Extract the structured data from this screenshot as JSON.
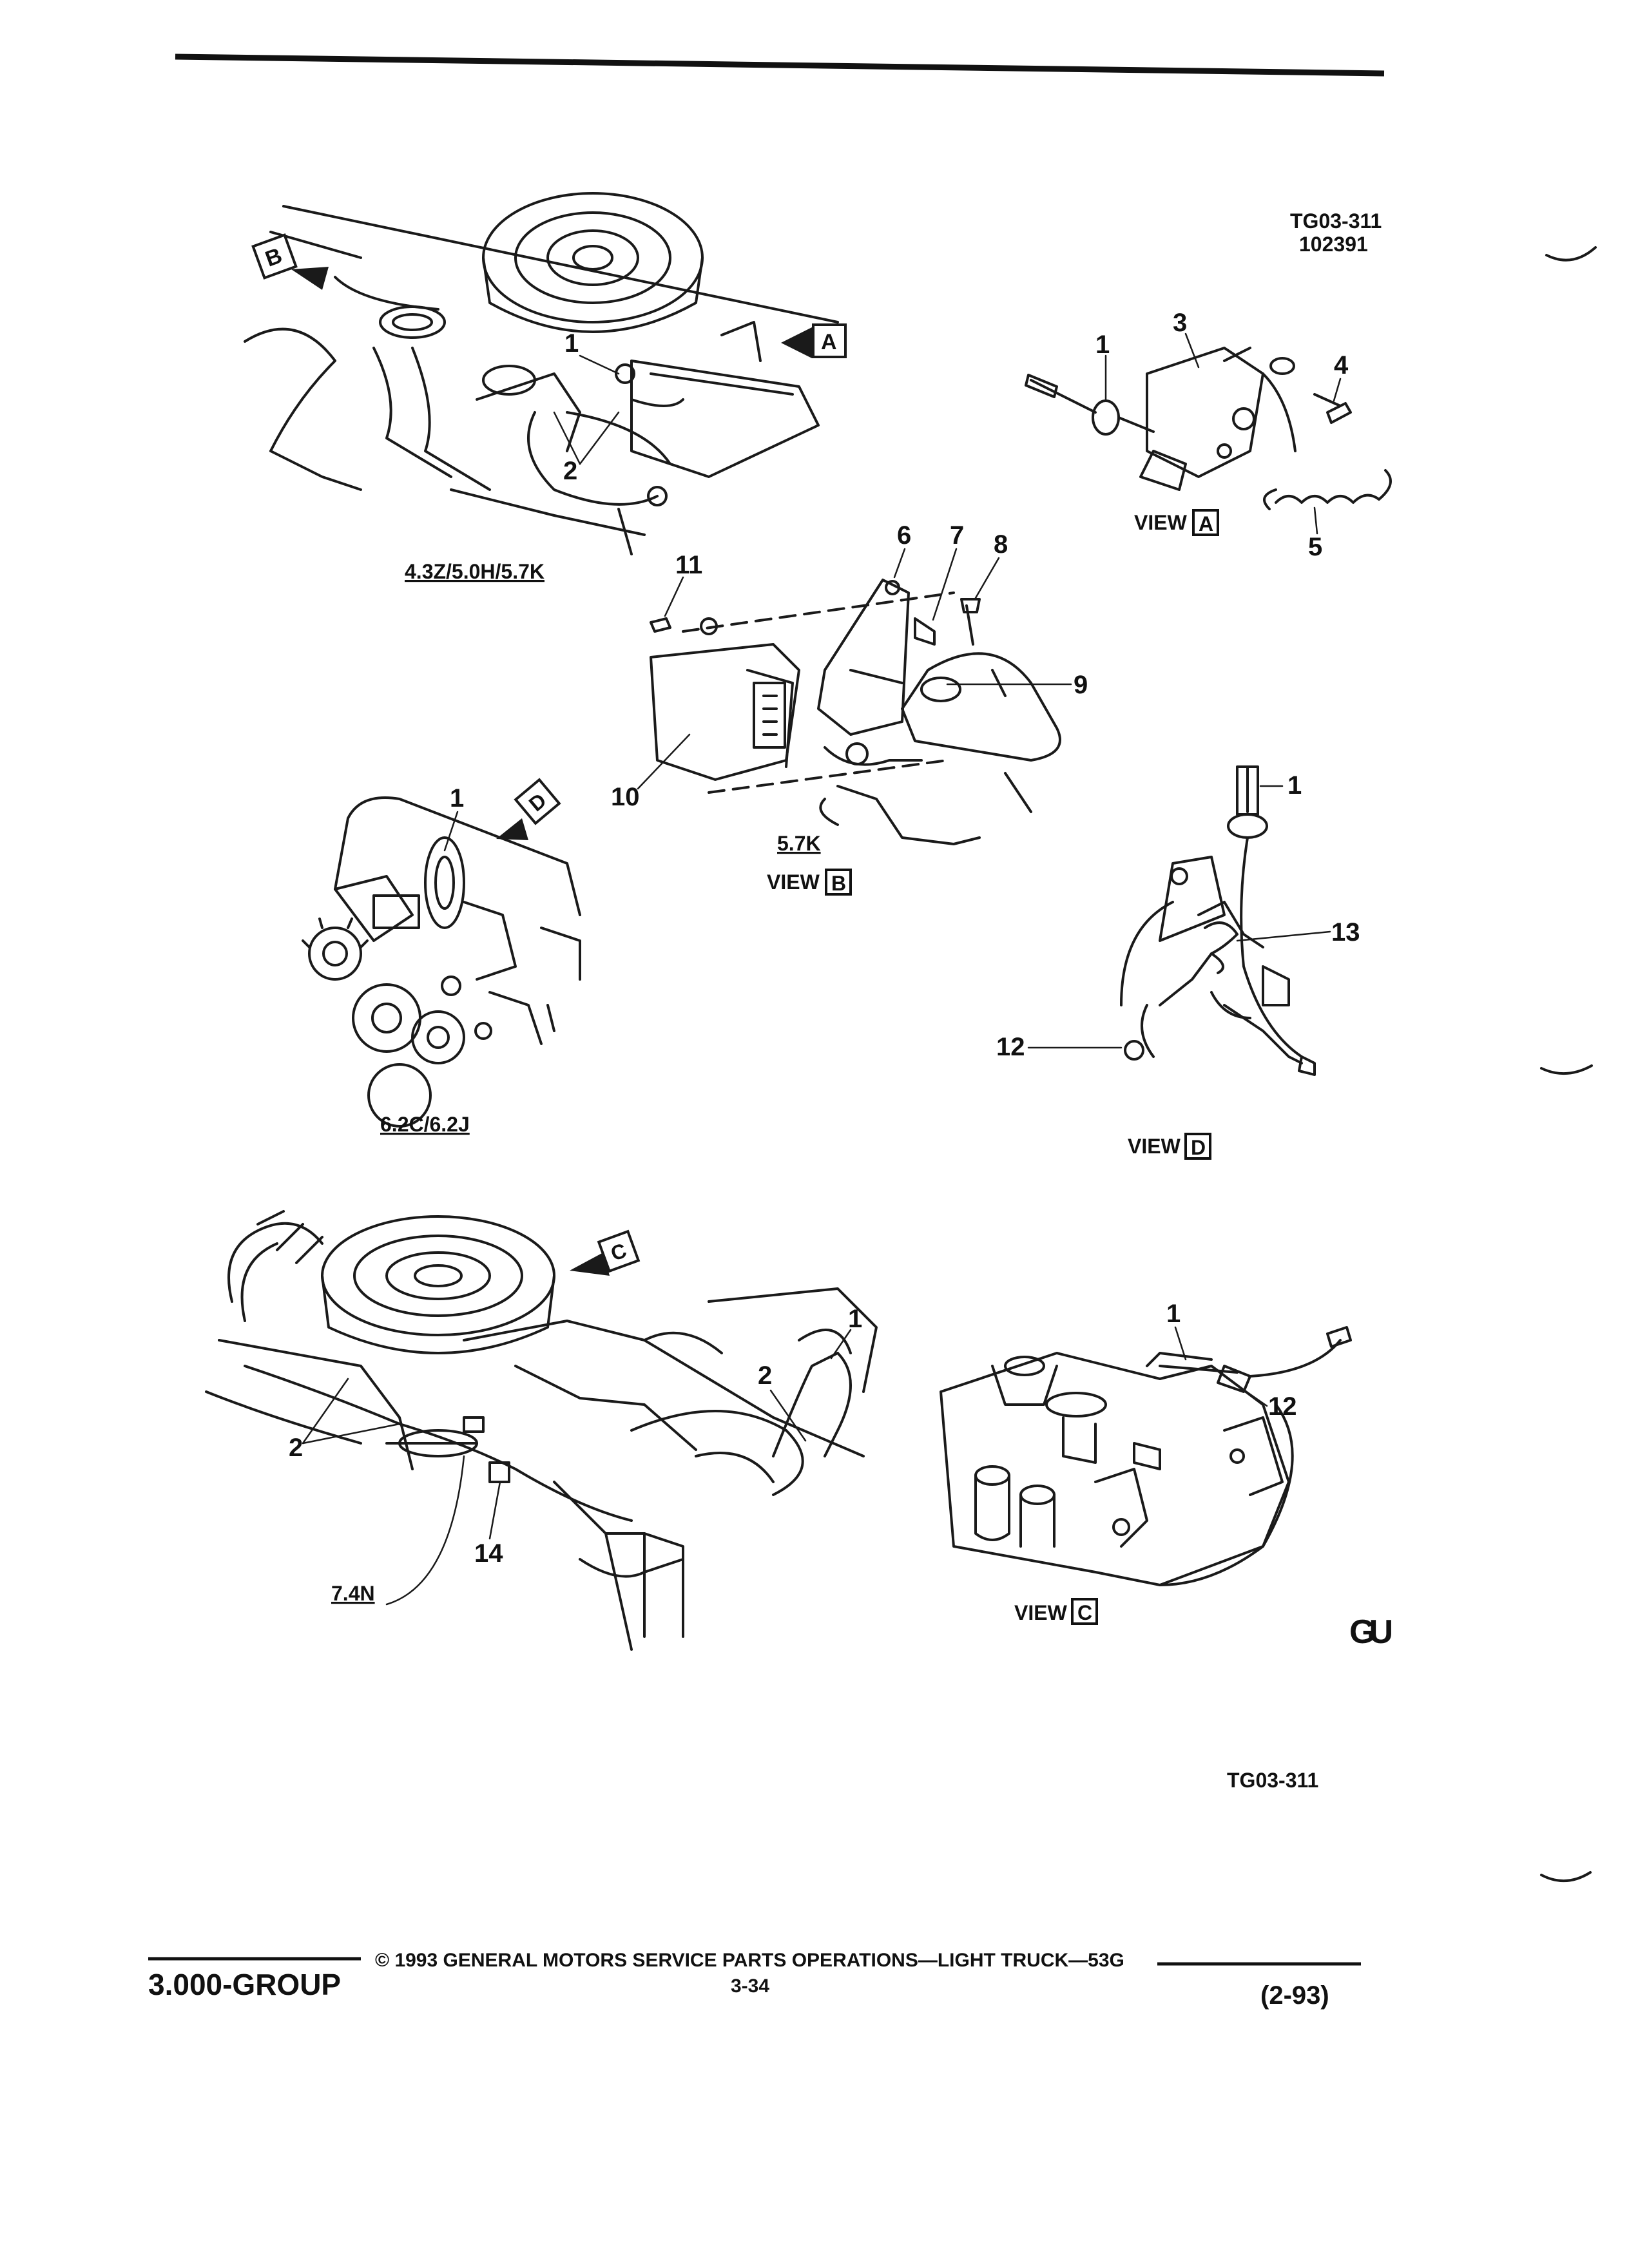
{
  "header": {
    "drawing_id": "TG03-311",
    "drawing_date": "102391"
  },
  "views": {
    "engine_4_3": {
      "caption": "4.3Z/5.0H/5.7K",
      "arrow_b": "B",
      "arrow_a": "A",
      "callouts": [
        "1",
        "2"
      ]
    },
    "view_a": {
      "caption": "VIEW",
      "letter": "A",
      "callouts": [
        "1",
        "3",
        "4",
        "5"
      ]
    },
    "view_b": {
      "model": "5.7K",
      "caption": "VIEW",
      "letter": "B",
      "callouts": [
        "6",
        "7",
        "8",
        "9",
        "10",
        "11"
      ]
    },
    "engine_6_2": {
      "caption": "6.2C/6.2J",
      "arrow_d": "D",
      "callouts": [
        "1"
      ]
    },
    "view_d": {
      "caption": "VIEW",
      "letter": "D",
      "callouts": [
        "1",
        "13",
        "12"
      ]
    },
    "engine_7_4": {
      "caption": "7.4N",
      "arrow_c": "C",
      "callouts": [
        "1",
        "2",
        "2",
        "14"
      ]
    },
    "view_c": {
      "caption": "VIEW",
      "letter": "C",
      "callouts": [
        "1",
        "12"
      ]
    }
  },
  "logo_text": "GU",
  "footer": {
    "group": "3.000-GROUP",
    "copyright": "© 1993 GENERAL MOTORS SERVICE PARTS OPERATIONS—LIGHT TRUCK—53G",
    "page": "3-34",
    "date": "(2-93)",
    "bottom_id": "TG03-311"
  }
}
